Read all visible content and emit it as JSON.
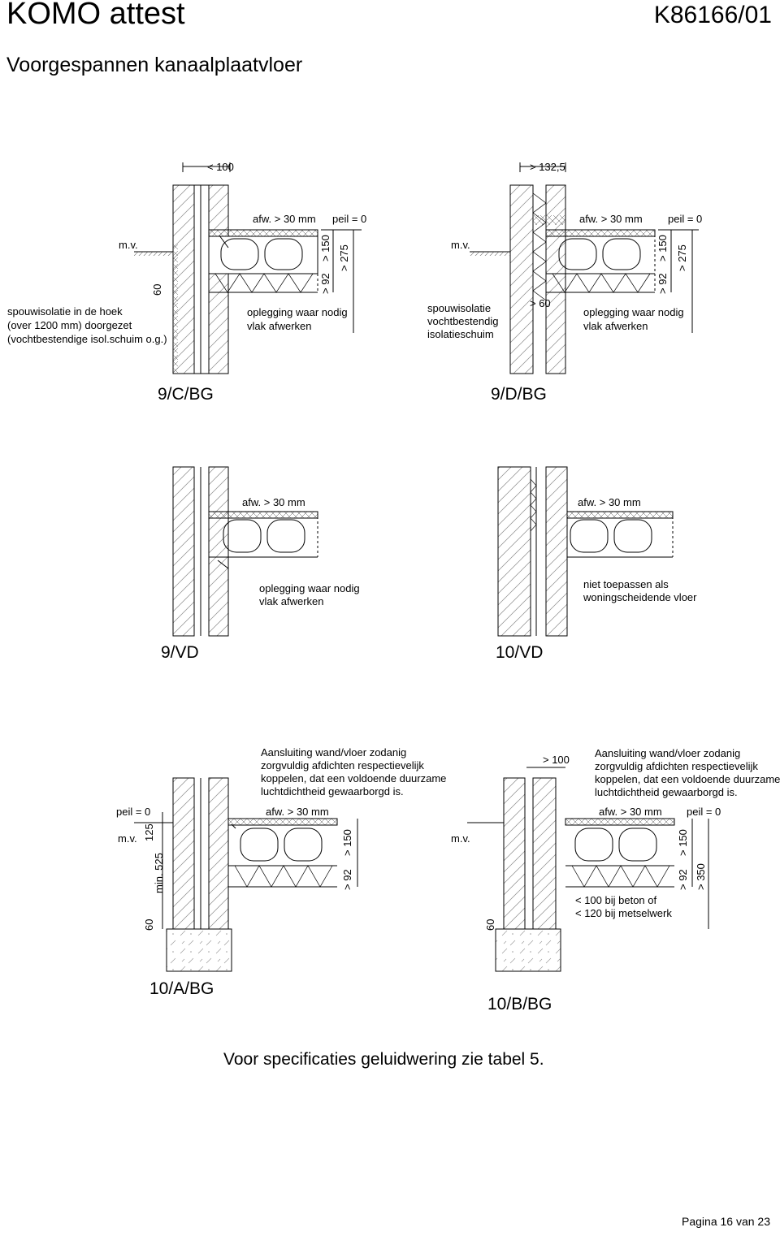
{
  "header": {
    "title": "KOMO attest",
    "doc_number": "K86166/01",
    "subtitle": "Voorgespannen kanaalplaatvloer"
  },
  "details": {
    "d9c": {
      "caption": "9/C/BG",
      "dim_top": "< 100",
      "afw": "afw. > 30 mm",
      "peil": "peil = 0",
      "mv": "m.v.",
      "dim_60": "60",
      "dim_92": "> 92",
      "dim_150": "> 150",
      "dim_275": "> 275",
      "note_left": [
        "spouwisolatie in de hoek",
        "(over 1200 mm) doorgezet",
        "(vochtbestendige isol.schuim o.g.)"
      ],
      "note_right": [
        "oplegging waar nodig",
        "vlak afwerken"
      ]
    },
    "d9d": {
      "caption": "9/D/BG",
      "dim_top": "> 132,5",
      "afw": "afw. > 30 mm",
      "peil": "peil = 0",
      "mv": "m.v.",
      "dim_60": "> 60",
      "dim_92": "> 92",
      "dim_150": "> 150",
      "dim_275": "> 275",
      "note_left": [
        "spouwisolatie",
        "vochtbestendig",
        "isolatieschuim"
      ],
      "note_right": [
        "oplegging waar nodig",
        "vlak afwerken"
      ]
    },
    "d9vd": {
      "caption": "9/VD",
      "afw": "afw. > 30 mm",
      "note": [
        "oplegging waar nodig",
        "vlak afwerken"
      ]
    },
    "d10vd": {
      "caption": "10/VD",
      "afw": "afw. > 30 mm",
      "note": [
        "niet toepassen als",
        "woningscheidende vloer"
      ]
    },
    "d10a": {
      "caption": "10/A/BG",
      "peil": "peil = 0",
      "mv": "m.v.",
      "dim_125": "125",
      "dim_525": "min. 525",
      "dim_60": "60",
      "afw": "afw. > 30 mm",
      "dim_92": "> 92",
      "dim_150": "> 150",
      "note": [
        "Aansluiting wand/vloer zodanig",
        "zorgvuldig afdichten respectievelijk",
        "koppelen, dat een voldoende duurzame",
        "luchtdichtheid gewaarborgd is."
      ]
    },
    "d10b": {
      "caption": "10/B/BG",
      "dim_100": "> 100",
      "mv": "m.v.",
      "dim_60": "60",
      "afw": "afw. > 30 mm",
      "peil": "peil = 0",
      "dim_92": "> 92",
      "dim_150": "> 150",
      "dim_350": "> 350",
      "note": [
        "Aansluiting wand/vloer zodanig",
        "zorgvuldig afdichten respectievelijk",
        "koppelen, dat een voldoende duurzame",
        "luchtdichtheid gewaarborgd is."
      ],
      "note_bottom": [
        "< 100 bij beton of",
        "< 120 bij metselwerk"
      ]
    }
  },
  "footer": {
    "note": "Voor specificaties geluidwering zie tabel 5.",
    "page": "Pagina 16 van 23"
  }
}
